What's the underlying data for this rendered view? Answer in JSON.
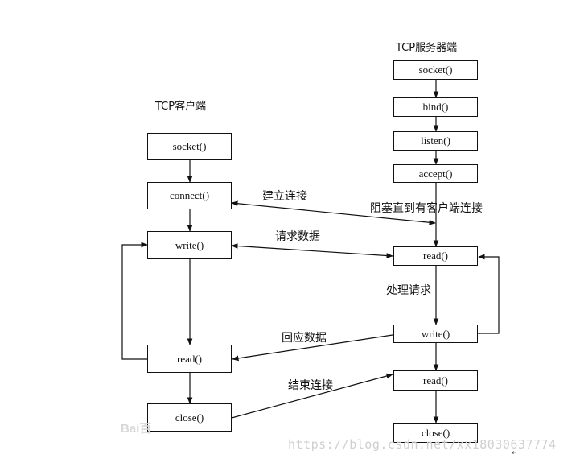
{
  "client": {
    "title": "TCP客户端",
    "boxes": {
      "socket": "socket()",
      "connect": "connect()",
      "write": "write()",
      "read": "read()",
      "close": "close()"
    }
  },
  "server": {
    "title": "TCP服务器端",
    "boxes": {
      "socket": "socket()",
      "bind": "bind()",
      "listen": "listen()",
      "accept": "accept()",
      "read1": "read()",
      "write": "write()",
      "read2": "read()",
      "close": "close()"
    },
    "block_note": "阻塞直到有客户端连接",
    "process_note": "处理请求"
  },
  "links": {
    "connect": "建立连接",
    "request": "请求数据",
    "reply": "回应数据",
    "finish": "结束连接"
  },
  "watermark": {
    "url": "https://blog.csdn.net/xx18030637774",
    "logo": "Bai百"
  }
}
